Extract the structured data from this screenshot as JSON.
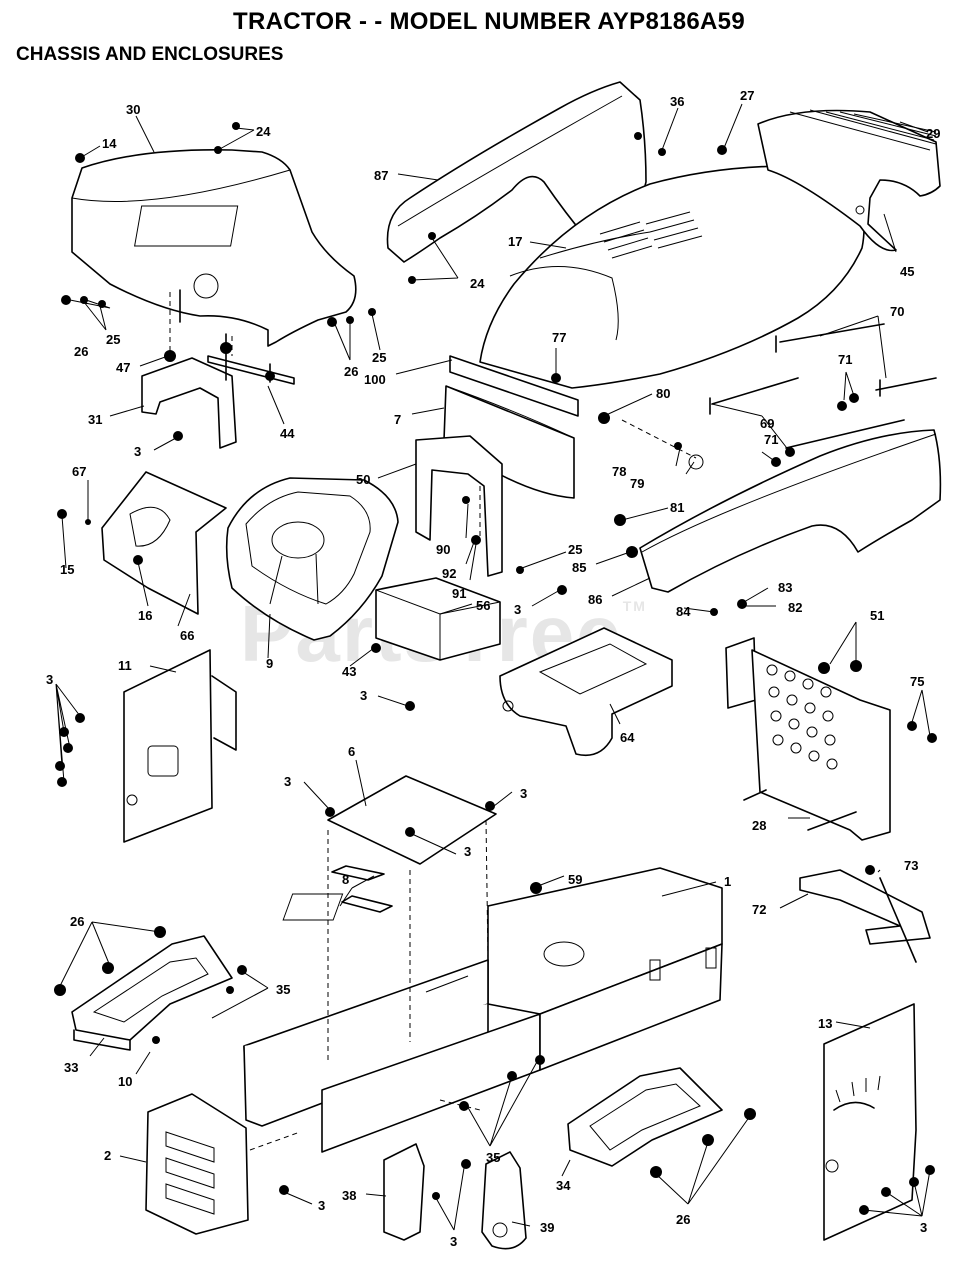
{
  "header": {
    "title": "TRACTOR - - MODEL NUMBER AYP8186A59",
    "subtitle": "CHASSIS AND ENCLOSURES"
  },
  "watermark": {
    "text": "PartsTree",
    "mark": "TM"
  },
  "callouts": [
    "30",
    "14",
    "24",
    "36",
    "27",
    "29",
    "87",
    "17",
    "45",
    "24",
    "70",
    "25",
    "26",
    "26",
    "25",
    "77",
    "71",
    "47",
    "100",
    "80",
    "69",
    "7",
    "31",
    "44",
    "71",
    "3",
    "78",
    "79",
    "67",
    "50",
    "81",
    "25",
    "90",
    "92",
    "85",
    "15",
    "91",
    "86",
    "83",
    "16",
    "66",
    "3",
    "56",
    "84",
    "82",
    "9",
    "51",
    "43",
    "11",
    "3",
    "75",
    "3",
    "64",
    "6",
    "3",
    "3",
    "28",
    "3",
    "8",
    "59",
    "1",
    "73",
    "26",
    "72",
    "35",
    "33",
    "10",
    "13",
    "2",
    "35",
    "3",
    "38",
    "34",
    "26",
    "3",
    "39",
    "3"
  ]
}
